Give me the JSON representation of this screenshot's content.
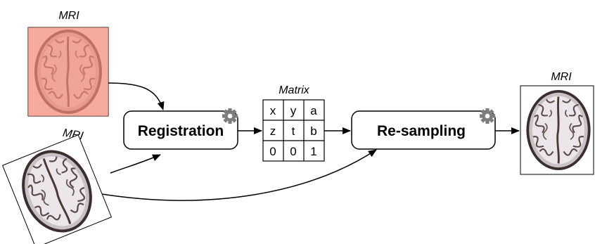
{
  "images": {
    "input_mri_top": {
      "label": "MRI",
      "tint": "#f48a78"
    },
    "input_mri_bottom": {
      "label": "MRI"
    },
    "output_mri": {
      "label": "MRI"
    }
  },
  "nodes": {
    "registration": {
      "label": "Registration",
      "icon": "gear-icon"
    },
    "resampling": {
      "label": "Re-sampling",
      "icon": "gear-icon"
    }
  },
  "matrix": {
    "title": "Matrix",
    "rows": [
      [
        "x",
        "y",
        "a"
      ],
      [
        "z",
        "t",
        "b"
      ],
      [
        "0",
        "0",
        "1"
      ]
    ]
  },
  "colors": {
    "gear": "#7d7d7d",
    "tint": "#f48a78"
  }
}
